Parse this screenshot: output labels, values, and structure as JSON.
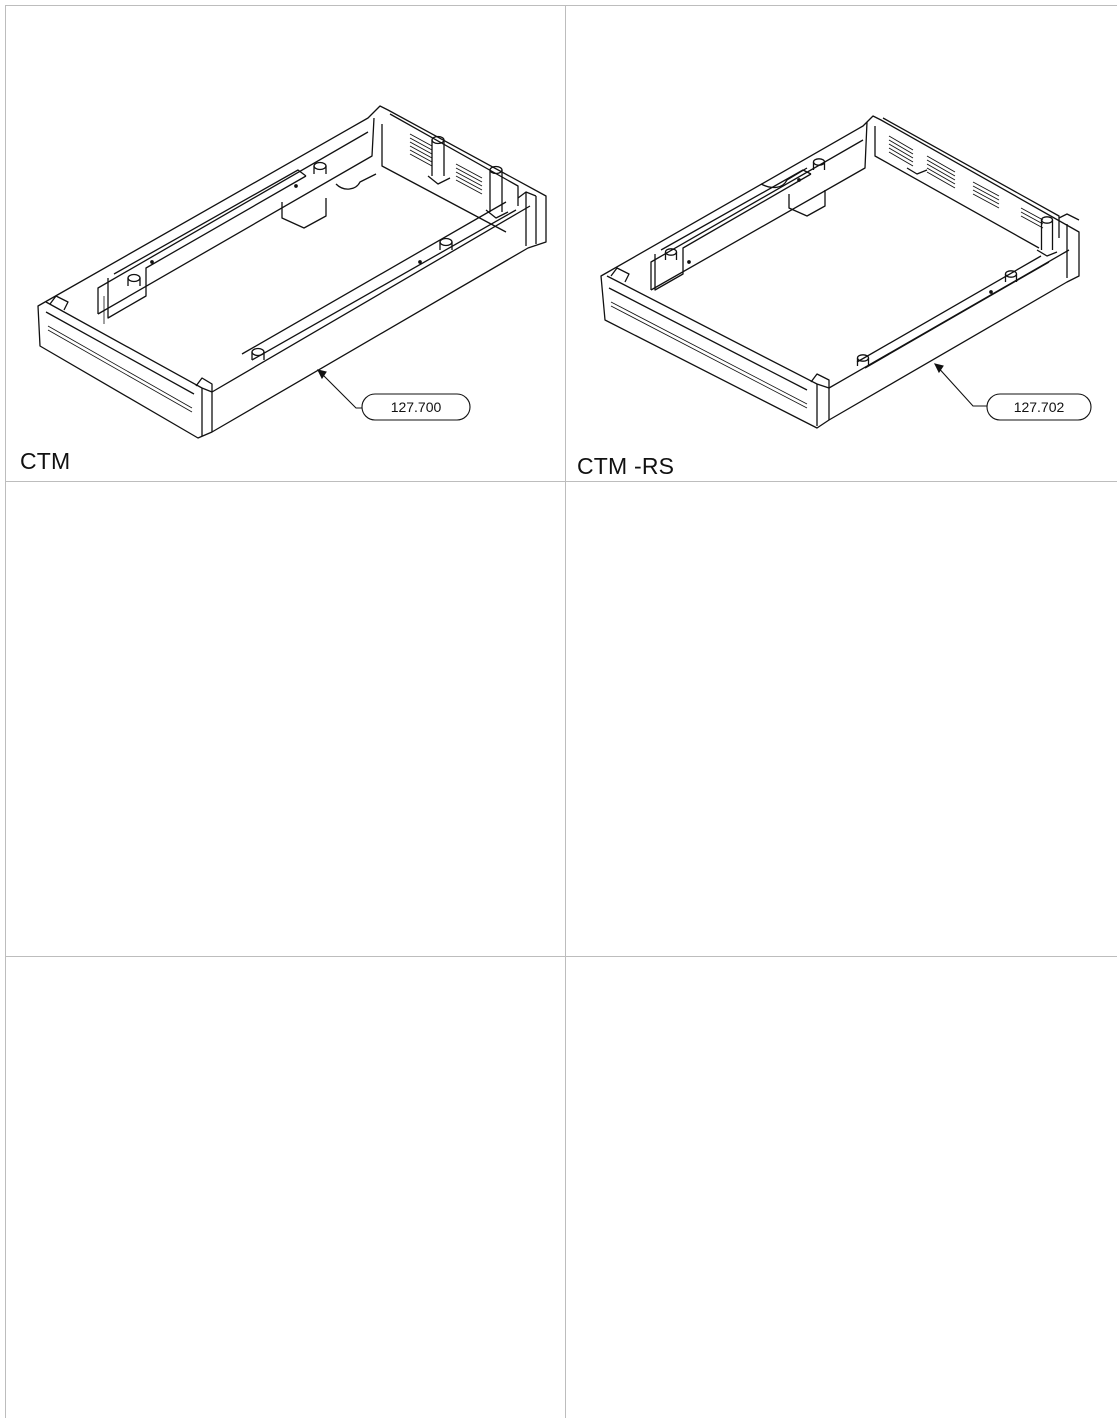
{
  "cells": [
    {
      "label": "CTM",
      "part_number": "127.700",
      "has_drawing": true
    },
    {
      "label": "CTM -RS",
      "part_number": "127.702",
      "has_drawing": true
    },
    {
      "label": "",
      "has_drawing": false
    },
    {
      "label": "",
      "has_drawing": false
    },
    {
      "label": "",
      "has_drawing": false
    },
    {
      "label": "",
      "has_drawing": false
    }
  ],
  "colors": {
    "grid": "#bdbdbd",
    "line": "#111111",
    "background": "#ffffff"
  }
}
